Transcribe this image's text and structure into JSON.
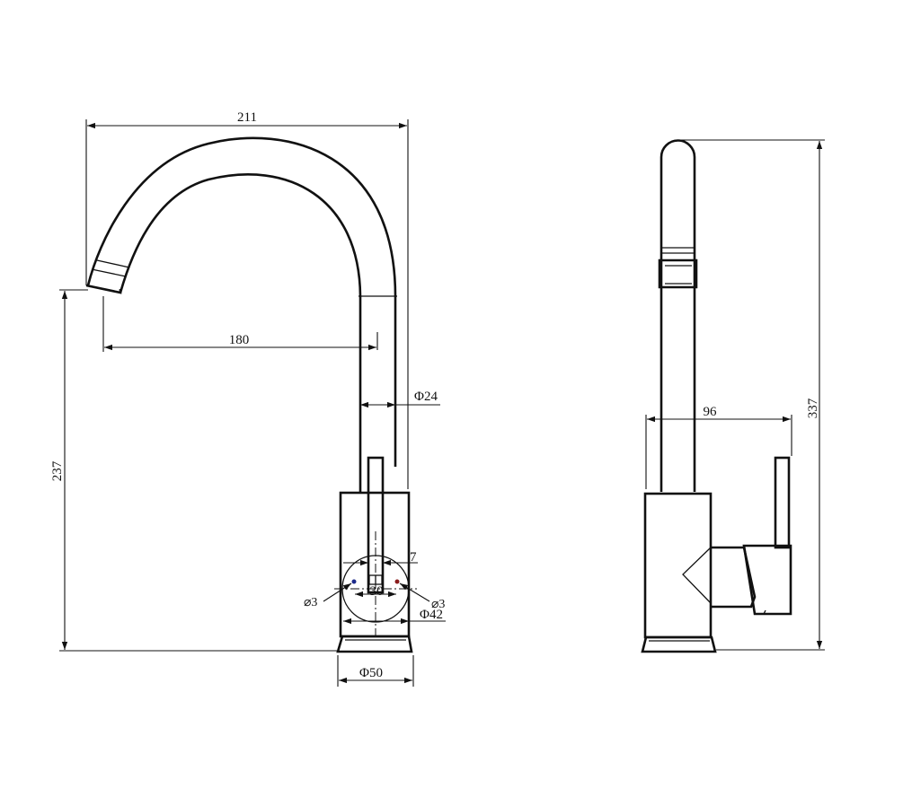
{
  "front_view": {
    "overall_width": "211",
    "spout_reach": "180",
    "spout_height": "237",
    "body_diameter": "Φ24",
    "mount_dim_small": "7",
    "hole_spacing": "30",
    "hole_left": "⌀3",
    "hole_right": "⌀3",
    "mount_diameter": "Φ42",
    "base_diameter": "Φ50"
  },
  "side_view": {
    "handle_offset": "96",
    "overall_height": "337"
  }
}
